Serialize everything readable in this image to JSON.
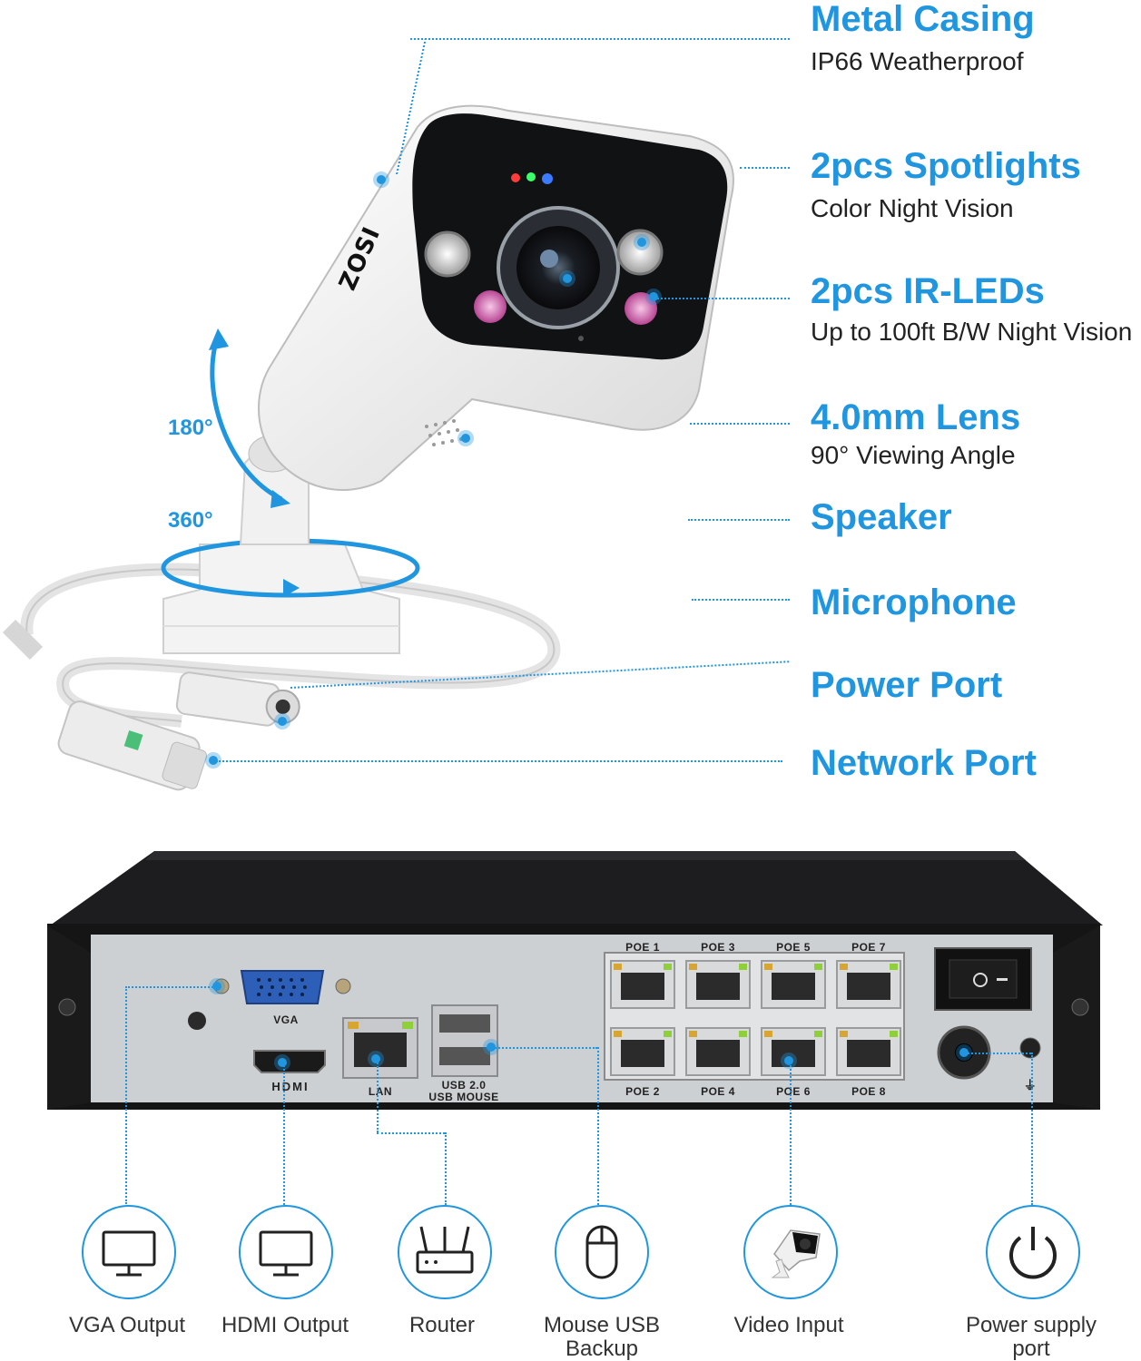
{
  "camera_features": [
    {
      "title": "Metal Casing",
      "subtitle": "IP66 Weatherproof"
    },
    {
      "title": "2pcs Spotlights",
      "subtitle": "Color Night Vision"
    },
    {
      "title": "2pcs IR-LEDs",
      "subtitle": "Up to 100ft B/W Night Vision"
    },
    {
      "title": "4.0mm Lens",
      "subtitle": "90° Viewing Angle"
    },
    {
      "title": "Speaker",
      "subtitle": ""
    },
    {
      "title": "Microphone",
      "subtitle": ""
    },
    {
      "title": "Power Port",
      "subtitle": ""
    },
    {
      "title": "Network Port",
      "subtitle": ""
    }
  ],
  "camera": {
    "brand": "ZOSI",
    "rotation_vertical": "180°",
    "rotation_horizontal": "360°"
  },
  "nvr": {
    "vga_label": "VGA",
    "hdmi_label": "HDMI",
    "lan_label": "LAN",
    "usb_label_1": "USB 2.0",
    "usb_label_2": "USB MOUSE",
    "poe_top": [
      "POE 1",
      "POE 3",
      "POE 5",
      "POE 7"
    ],
    "poe_bottom": [
      "POE 2",
      "POE 4",
      "POE 6",
      "POE 8"
    ],
    "ground_symbol": "⏚"
  },
  "outputs": [
    {
      "label": "VGA Output",
      "icon": "monitor-icon"
    },
    {
      "label": "HDMI Output",
      "icon": "monitor-icon"
    },
    {
      "label": "Router",
      "icon": "router-icon"
    },
    {
      "label": "Mouse USB Backup",
      "icon": "mouse-icon"
    },
    {
      "label": "Video Input",
      "icon": "camera-icon"
    },
    {
      "label": "Power supply port",
      "icon": "power-icon"
    }
  ],
  "colors": {
    "accent": "#1f96df",
    "casing": "#f2f2f2",
    "chassis": "#1d1d1f"
  }
}
